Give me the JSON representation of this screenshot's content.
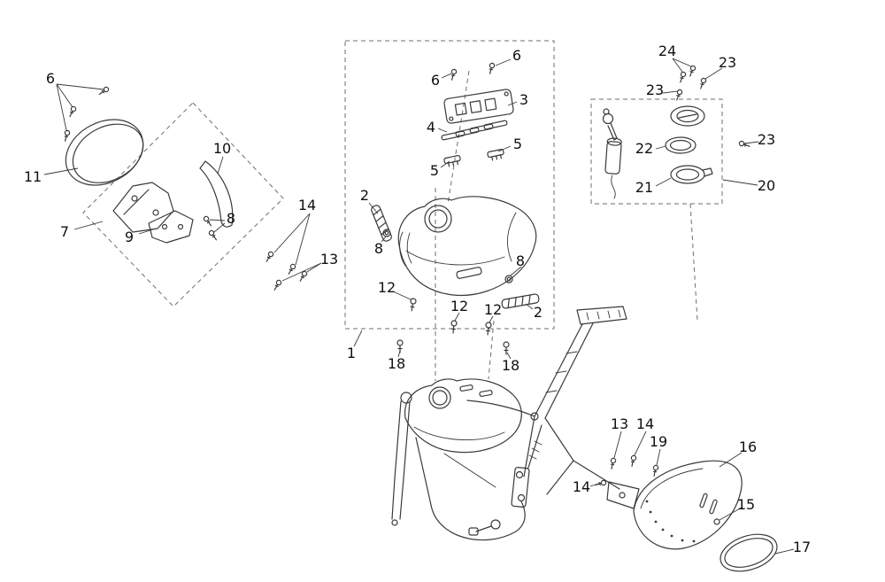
{
  "diagram": {
    "colors": {
      "bg": "#ffffff",
      "line": "#3a3a3a",
      "dashed": "#6e6e6e",
      "label": "#111111"
    },
    "callouts": [
      {
        "label": "6"
      },
      {
        "label": "11"
      },
      {
        "label": "7"
      },
      {
        "label": "9"
      },
      {
        "label": "10"
      },
      {
        "label": "8"
      },
      {
        "label": "14"
      },
      {
        "label": "13"
      },
      {
        "label": "2"
      },
      {
        "label": "8"
      },
      {
        "label": "12"
      },
      {
        "label": "12"
      },
      {
        "label": "12"
      },
      {
        "label": "1"
      },
      {
        "label": "18"
      },
      {
        "label": "18"
      },
      {
        "label": "6"
      },
      {
        "label": "6"
      },
      {
        "label": "3"
      },
      {
        "label": "4"
      },
      {
        "label": "5"
      },
      {
        "label": "5"
      },
      {
        "label": "8"
      },
      {
        "label": "2"
      },
      {
        "label": "24"
      },
      {
        "label": "23"
      },
      {
        "label": "23"
      },
      {
        "label": "23"
      },
      {
        "label": "22"
      },
      {
        "label": "21"
      },
      {
        "label": "20"
      },
      {
        "label": "13"
      },
      {
        "label": "14"
      },
      {
        "label": "19"
      },
      {
        "label": "14"
      },
      {
        "label": "16"
      },
      {
        "label": "15"
      },
      {
        "label": "17"
      }
    ]
  }
}
